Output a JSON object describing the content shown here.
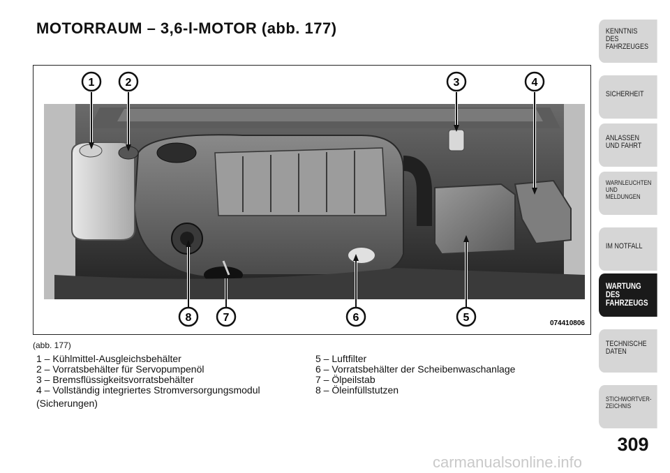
{
  "page": {
    "title": "MOTORRAUM – 3,6-l-MOTOR (abb.  177)",
    "page_number": "309",
    "watermark": "carmanualsonline.info"
  },
  "figure": {
    "code": "074410806",
    "caption": "(abb. 177)",
    "callouts": [
      "1",
      "2",
      "3",
      "4",
      "5",
      "6",
      "7",
      "8"
    ]
  },
  "legend": {
    "left": [
      "1 – Kühlmittel-Ausgleichsbehälter",
      "2 – Vorratsbehälter für Servopumpenöl",
      "3 – Bremsflüssigkeitsvorratsbehälter",
      "4 – Vollständig integriertes Stromversorgungsmodul",
      "(Sicherungen)"
    ],
    "right": [
      "5 – Luftfilter",
      "6 – Vorratsbehälter der Scheibenwaschanlage",
      "7 – Ölpeilstab",
      "8 – Öleinfüllstutzen"
    ]
  },
  "sidebar": {
    "tabs": [
      {
        "label": "KENNTNIS\nDES\nFAHRZEUGES",
        "active": false
      },
      {
        "label": "SICHERHEIT",
        "active": false
      },
      {
        "label": "ANLASSEN\nUND FAHRT",
        "active": false
      },
      {
        "label": "WARNLEUCHTEN\nUND\nMELDUNGEN",
        "active": false
      },
      {
        "label": "IM NOTFALL",
        "active": false
      },
      {
        "label": "WARTUNG\nDES\nFAHRZEUGS",
        "active": true
      },
      {
        "label": "TECHNISCHE\nDATEN",
        "active": false
      },
      {
        "label": "STICHWORTVER-\nZEICHNIS",
        "active": false
      }
    ]
  },
  "colors": {
    "tab_bg": "#d6d6d6",
    "tab_active_bg": "#1a1a1a",
    "engine_dark": "#2a2a2a"
  }
}
